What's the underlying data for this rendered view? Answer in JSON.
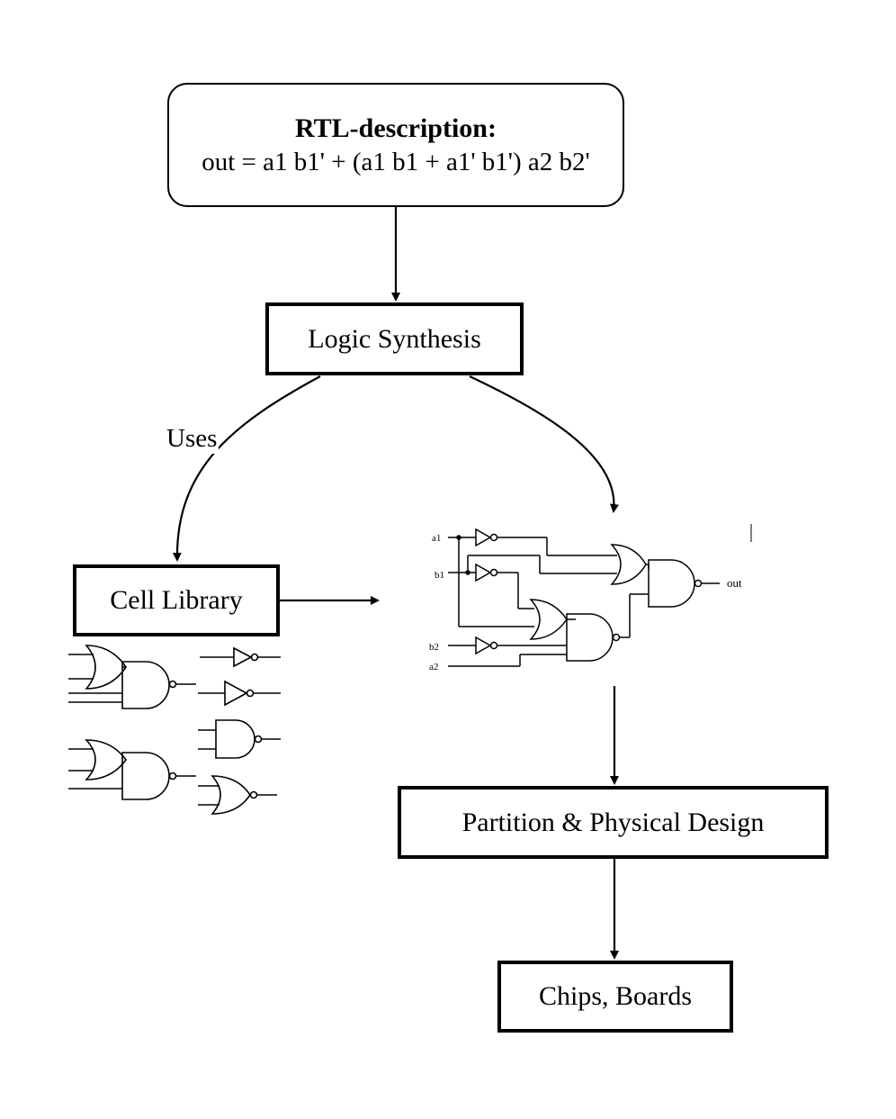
{
  "rtl": {
    "title": "RTL-description:",
    "equation": "out = a1 b1' + (a1 b1 + a1' b1') a2 b2'"
  },
  "nodes": {
    "logic_synthesis": "Logic Synthesis",
    "cell_library": "Cell Library",
    "partition": "Partition & Physical Design",
    "chips": "Chips, Boards"
  },
  "edges": {
    "uses_label": "Uses"
  },
  "circuit": {
    "inputs": [
      "a1",
      "b1",
      "b2",
      "a2"
    ],
    "output": "out"
  }
}
